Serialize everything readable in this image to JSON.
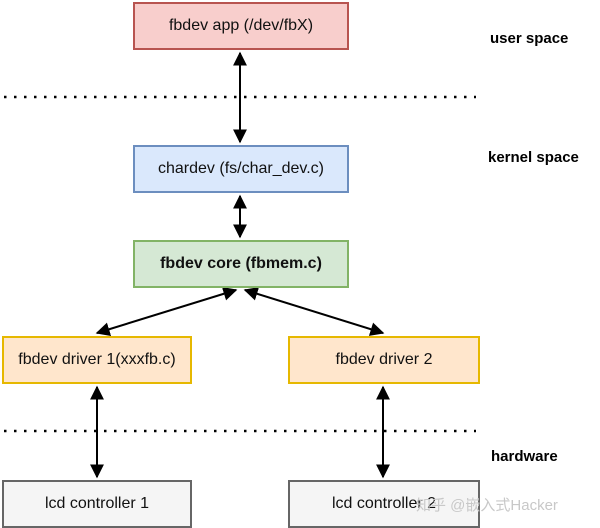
{
  "boxes": {
    "app": {
      "label": "fbdev app (/dev/fbX)",
      "fill": "#f8cecc",
      "stroke": "#b85450"
    },
    "chardev": {
      "label": "chardev (fs/char_dev.c)",
      "fill": "#dae8fc",
      "stroke": "#6c8ebf"
    },
    "core": {
      "label": "fbdev core (fbmem.c)",
      "fill": "#d5e8d4",
      "stroke": "#82b366"
    },
    "driver1": {
      "label": "fbdev driver 1(xxxfb.c)",
      "fill": "#ffe6cc",
      "stroke": "#e6b800"
    },
    "driver2": {
      "label": "fbdev driver 2",
      "fill": "#ffe6cc",
      "stroke": "#e6b800"
    },
    "lcd1": {
      "label": "lcd controller 1",
      "fill": "#f5f5f5",
      "stroke": "#666666"
    },
    "lcd2": {
      "label": "lcd controller 2",
      "fill": "#f5f5f5",
      "stroke": "#666666"
    }
  },
  "layers": {
    "user": "user space",
    "kernel": "kernel space",
    "hardware": "hardware"
  },
  "watermark": "知乎 @嵌入式Hacker",
  "colors": {
    "arrow": "#000000",
    "separator": "#000000"
  }
}
